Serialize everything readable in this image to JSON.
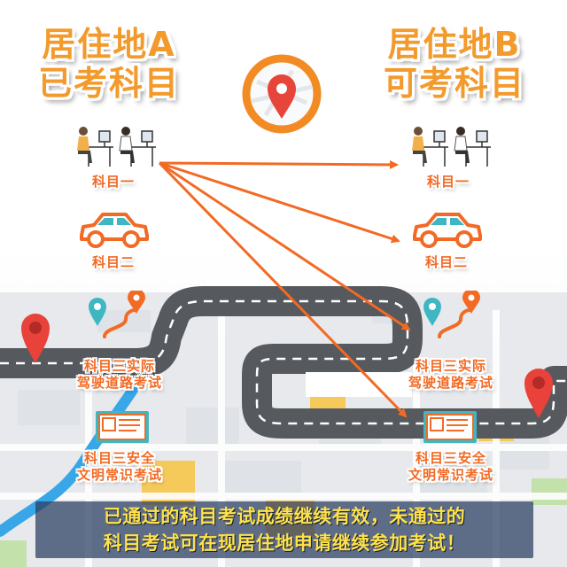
{
  "heading_a": {
    "line1": "居住地A",
    "line2": "已考科目"
  },
  "heading_b": {
    "line1": "居住地B",
    "line2": "可考科目"
  },
  "subjects": {
    "subject1": "科目一",
    "subject2": "科目二",
    "subject3_line1": "科目三实际",
    "subject3_line2": "驾驶道路考试",
    "subject4_line1": "科目三安全",
    "subject4_line2": "文明常识考试"
  },
  "banner": {
    "line1": "已通过的科目考试成绩继续有效，未通过的",
    "line2": "科目考试可在现居住地申请继续参加考试！"
  },
  "icons": [
    "location-pin-icon",
    "office-workers-icon",
    "car-icon",
    "route-pin-icon",
    "certificate-icon"
  ],
  "colors": {
    "heading": "#f39a2c",
    "label": "#f26a24",
    "arrow": "#f26a24",
    "pin": "#e8423a",
    "teal": "#3fb7c3",
    "road": "#5c6064",
    "banner_text": "#ffe14a",
    "banner_bg": "#2c4566"
  }
}
